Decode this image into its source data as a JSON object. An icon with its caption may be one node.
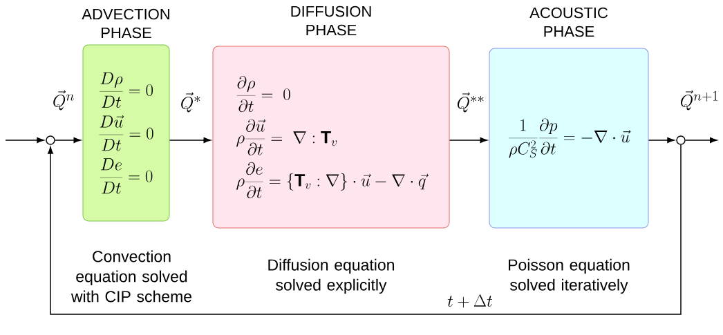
{
  "diagram": {
    "nodes": [
      {
        "text": [],
        "shape": "circle"
      },
      {
        "text": [
          "ADVECTION PHASE",
          "\\frac{D\\rho}{Dt}=0",
          "\\frac{D\\vec{u}}{Dt}=0",
          "\\frac{De}{Dt}=0"
        ],
        "beside": [
          "Convection equation solved with CIP scheme"
        ]
      },
      {
        "text": [
          "DIFFUSION PHASE",
          "\\frac{\\partial\\rho}{\\partial t}=\\;0",
          "\\rho\\frac{\\partial\\vec{u}}{\\partial t}=\\;\\nabla:\\mathbf{T}_{v}",
          "\\rho\\frac{\\partial e}{\\partial t}=\\left\\{\\mathbf{T}_{v}:\\nabla\\right\\}\\cdot\\vec{u}-\\nabla\\cdot\\vec{q}"
        ],
        "beside": [
          "Diffusion equation solved explicitly"
        ]
      },
      {
        "text": [
          "ACOUSTIC PHASE",
          "\\frac{1}{\\rho C_{S}^{2}}\\frac{\\partial p}{\\partial t}=-\\nabla\\cdot\\vec{u}"
        ],
        "beside": [
          "Poisson equation solved iteratively"
        ]
      },
      {
        "text": [],
        "shape": "circle"
      }
    ],
    "edges": [
      {
        "from": null,
        "to": 0,
        "arrow": "to"
      },
      {
        "from": 0,
        "to": 1,
        "arrow": "to",
        "label": "\\vec{Q}^{n}"
      },
      {
        "from": 1,
        "to": 2,
        "arrow": "to",
        "label": "\\vec{Q}^{*}"
      },
      {
        "from": 2,
        "to": 3,
        "arrow": "to",
        "label": "\\vec{Q}^{**}"
      },
      {
        "from": 3,
        "to": 4,
        "arrow": "to"
      },
      {
        "from": 4,
        "to": null,
        "arrow": "to",
        "label": "\\vec{Q}^{n+1}"
      },
      {
        "from": 4,
        "to": 0,
        "arrow": "to",
        "label": "t+\\Delta t"
      }
    ]
  }
}
